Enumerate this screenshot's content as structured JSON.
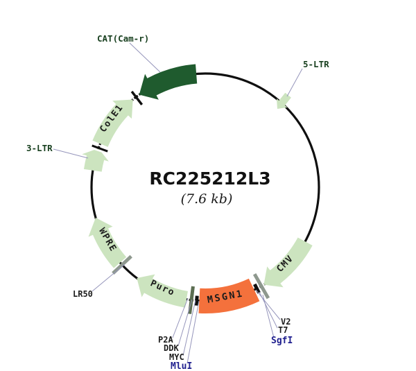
{
  "plasmid": {
    "title": "RC225212L3",
    "size_label": "(7.6 kb)",
    "feature_labels": {
      "cat": "CAT(Cam-r)",
      "five_ltr": "5-LTR",
      "three_ltr": "3-LTR",
      "cole1": "ColE1",
      "wpre": "WPRE",
      "puro": "Puro",
      "msgn1": "MSGN1",
      "cmv": "CMV"
    },
    "site_labels": {
      "lr50": "LR50",
      "p2a": "P2A",
      "ddk": "DDK",
      "myc": "MYC",
      "mlui": "MluI",
      "v2": "V2",
      "t7": "T7",
      "sgfi": "SgfI"
    },
    "colors": {
      "dark_green": "#1f5b2e",
      "light_green": "#cce4bf",
      "orange": "#f4713c",
      "backbone": "#0f0f0f",
      "tick_gray": "#8e988e",
      "tick_olive": "#5c6e52",
      "leader_line": "#9595bb",
      "label_green": "#173f1e",
      "label_dark": "#1c1c1c",
      "label_blue": "#20208f",
      "band_text": "#1c1c1c"
    }
  }
}
